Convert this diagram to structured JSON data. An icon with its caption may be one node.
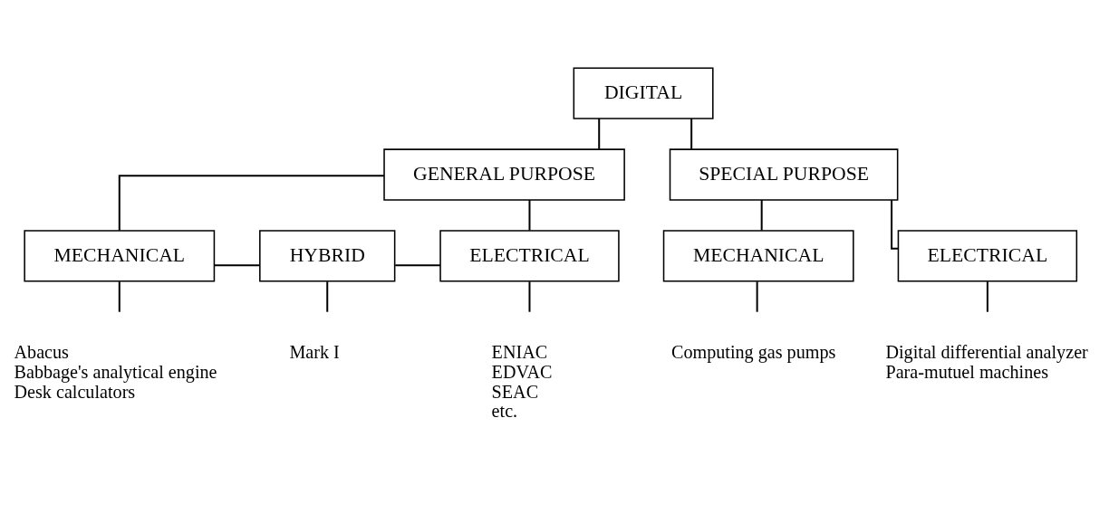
{
  "diagram": {
    "nodes": [
      {
        "text": [
          "DIGITAL"
        ]
      },
      {
        "text": [
          "GENERAL PURPOSE"
        ]
      },
      {
        "text": [
          "SPECIAL PURPOSE"
        ]
      },
      {
        "text": [
          "MECHANICAL"
        ],
        "beside": [
          "Abacus",
          "Babbage's analytical engine",
          "Desk calculators"
        ]
      },
      {
        "text": [
          "HYBRID"
        ],
        "beside": [
          "Mark I"
        ]
      },
      {
        "text": [
          "ELECTRICAL"
        ],
        "beside": [
          "ENIAC",
          "EDVAC",
          "SEAC",
          "etc."
        ]
      },
      {
        "text": [
          "MECHANICAL"
        ],
        "beside": [
          "Computing gas pumps"
        ]
      },
      {
        "text": [
          "ELECTRICAL"
        ],
        "beside": [
          "Digital differential analyzer",
          "Para-mutuel machines"
        ]
      }
    ],
    "edges": [
      {
        "from": 0,
        "to": 1,
        "arrow": "none"
      },
      {
        "from": 0,
        "to": 2,
        "arrow": "none"
      },
      {
        "from": 1,
        "to": 3,
        "arrow": "none"
      },
      {
        "from": 1,
        "to": 5,
        "arrow": "none"
      },
      {
        "from": 3,
        "to": 4,
        "arrow": "none"
      },
      {
        "from": 4,
        "to": 5,
        "arrow": "none"
      },
      {
        "from": 2,
        "to": 6,
        "arrow": "none"
      },
      {
        "from": 2,
        "to": 7,
        "arrow": "none"
      },
      {
        "from": 3,
        "to": null,
        "arrow": "none"
      },
      {
        "from": 4,
        "to": null,
        "arrow": "none"
      },
      {
        "from": 5,
        "to": null,
        "arrow": "none"
      },
      {
        "from": 6,
        "to": null,
        "arrow": "none"
      },
      {
        "from": 7,
        "to": null,
        "arrow": "none"
      }
    ]
  }
}
